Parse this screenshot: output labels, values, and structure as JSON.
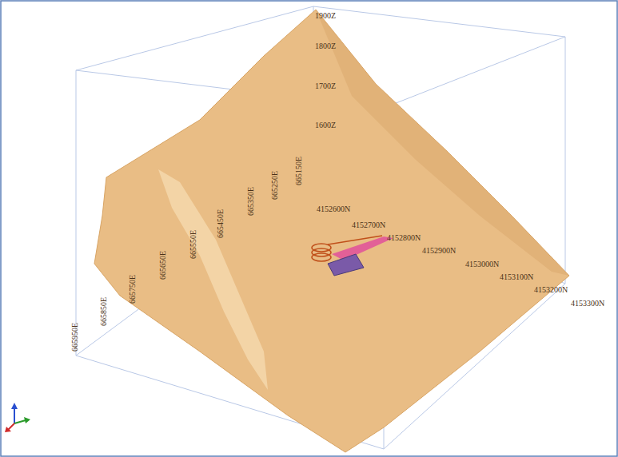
{
  "diagram": {
    "labels": [
      "1900Z",
      "1800Z",
      "1700Z",
      "1600Z",
      "665150E",
      "665250E",
      "665350E",
      "665450E",
      "665550E",
      "665650E",
      "665750E",
      "665850E",
      "665950E",
      "4152600N",
      "4152700N",
      "4152800N",
      "4152900N",
      "4153000N",
      "4153100N",
      "4153200N",
      "4153300N"
    ]
  }
}
